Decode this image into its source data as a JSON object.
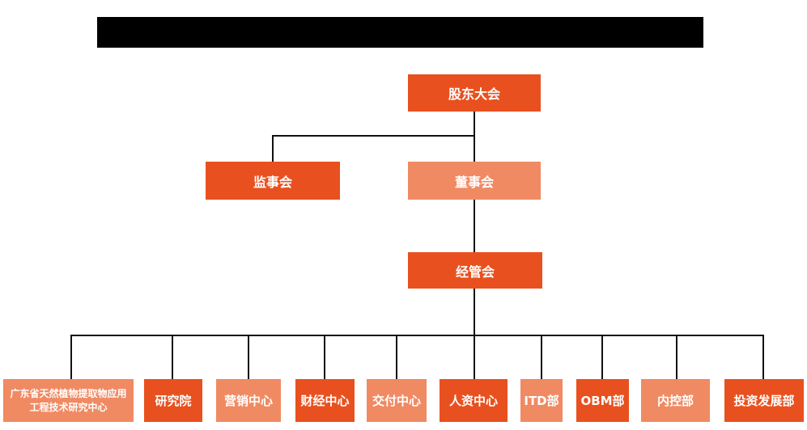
{
  "colors": {
    "primary_orange": "#E8511F",
    "secondary_orange": "#F08A63",
    "connector": "#111111",
    "redacted_bar": "#000000",
    "text": "#ffffff"
  },
  "org_chart": {
    "top": {
      "label": "股东大会"
    },
    "level2": {
      "supervisory": {
        "label": "监事会"
      },
      "board": {
        "label": "董事会"
      }
    },
    "level3": {
      "management": {
        "label": "经管会"
      }
    },
    "departments": [
      {
        "label": "广东省天然植物提取物应用工程技术研究中心",
        "variant": "light"
      },
      {
        "label": "研究院",
        "variant": "dark"
      },
      {
        "label": "营销中心",
        "variant": "light"
      },
      {
        "label": "财经中心",
        "variant": "dark"
      },
      {
        "label": "交付中心",
        "variant": "light"
      },
      {
        "label": "人资中心",
        "variant": "dark"
      },
      {
        "label": "ITD部",
        "variant": "light"
      },
      {
        "label": "OBM部",
        "variant": "dark"
      },
      {
        "label": "内控部",
        "variant": "light"
      },
      {
        "label": "投资发展部",
        "variant": "dark"
      }
    ]
  }
}
